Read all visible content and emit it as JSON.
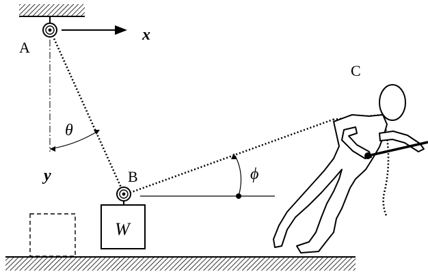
{
  "labels": {
    "point_a": "A",
    "point_b": "B",
    "point_c": "C",
    "axis_x": "x",
    "axis_y": "y",
    "angle_theta": "θ",
    "angle_phi": "ϕ",
    "weight": "W"
  },
  "colors": {
    "ink": "#000000",
    "background": "#ffffff"
  },
  "icons": [
    "ceiling-hatch",
    "ground-hatch",
    "pulley-a",
    "pulley-b",
    "arrow-x",
    "man-pulling-rope"
  ]
}
